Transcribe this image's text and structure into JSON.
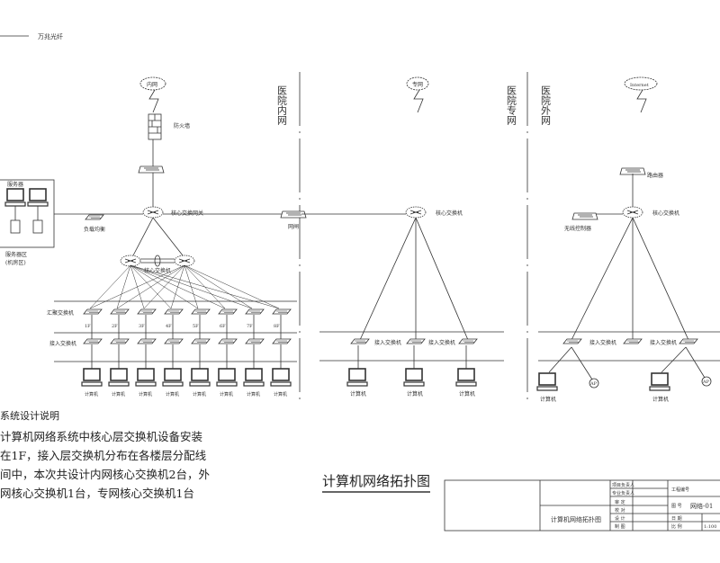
{
  "legend": {
    "fiber_label": "万兆光纤"
  },
  "zones": {
    "internal": "医院内网",
    "private": "医院专网",
    "external": "医院外网"
  },
  "internal": {
    "cloud": "内网",
    "firewall": "防火墙",
    "gateway": "核心交换网关",
    "load_balancer": "负载均衡",
    "gap": "网闸",
    "core_switch": "核心交换机",
    "server_area": [
      "服务器区",
      "(机房区)"
    ],
    "server_box_label": "服务器",
    "aggregation_label": "汇聚交换机",
    "access_label": "接入交换机",
    "floors": [
      "1F",
      "2F",
      "3F",
      "4F",
      "5F",
      "6F",
      "7F",
      "8F"
    ],
    "pcs": [
      "计算机",
      "计算机",
      "计算机",
      "计算机",
      "计算机",
      "计算机",
      "计算机",
      "计算机"
    ]
  },
  "private": {
    "cloud": "专网",
    "core_switch": "核心交换机",
    "access_label_1": "接入交换机",
    "access_label_2": "接入交换机",
    "pcs": [
      "计算机",
      "计算机",
      "计算机"
    ]
  },
  "external": {
    "cloud": "Internet",
    "router": "路由器",
    "core_switch": "核心交换机",
    "wireless": "无线控制器",
    "access_label_1": "接入交换机",
    "access_label_2": "接入交换机",
    "pcs": [
      "计算机",
      "计算机"
    ],
    "ap": "AP"
  },
  "notes": {
    "heading": "系统设计说明",
    "lines": [
      "计算机网络系统中核心层交换机设备安装",
      "在1F，接入层交换机分布在各楼层分配线",
      "间中，本次共设计内网核心交换机2台，外",
      "网核心交换机1台，专网核心交换机1台"
    ]
  },
  "drawing_title": "计算机网络拓扑图",
  "title_block": {
    "name": "计算机网络拓扑图",
    "rows": [
      "项目负责人",
      "专业负责人",
      "审 定",
      "校 对",
      "设 计",
      "制 图"
    ],
    "right": [
      "工程编号",
      "图 号",
      "日 期",
      "比 例"
    ],
    "right_values": [
      "",
      "网络-01",
      "",
      "1:100"
    ]
  }
}
